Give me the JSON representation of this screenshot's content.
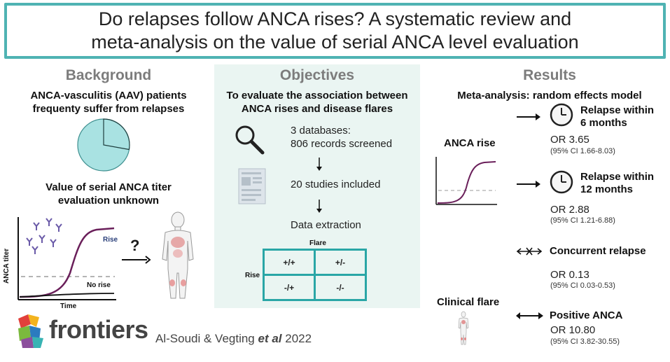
{
  "title": {
    "line1": "Do relapses follow ANCA rises? A systematic review and",
    "line2": "meta-analysis on the value of serial ANCA level evaluation"
  },
  "background": {
    "heading": "Background",
    "text1_line1": "ANCA-vasculitis (AAV) patients",
    "text1_line2": "frequenty suffer from relapses",
    "text2_line1": "Value of serial ANCA titer",
    "text2_line2": "evaluation unknown",
    "graph": {
      "ylabel": "ANCA titer",
      "xlabel": "Time",
      "rise_label": "Rise",
      "norise_label": "No rise",
      "question": "?"
    }
  },
  "objectives": {
    "heading": "Objectives",
    "text_line1": "To evaluate the association between",
    "text_line2": "ANCA rises and disease flares",
    "step1_line1": "3 databases:",
    "step1_line2": "806 records screened",
    "step2": "20 studies included",
    "step3": "Data extraction",
    "table": {
      "col_header": "Flare",
      "row_header": "Rise",
      "cells": [
        [
          "+/+",
          "+/-"
        ],
        [
          "-/+",
          "-/-"
        ]
      ]
    }
  },
  "results": {
    "heading": "Results",
    "subheading": "Meta-analysis: random effects model",
    "anca_rise_label": "ANCA rise",
    "clinical_flare_label": "Clinical flare",
    "items": [
      {
        "label_line1": "Relapse within",
        "label_line2": "6 months",
        "or": "OR 3.65",
        "ci": "(95% CI 1.66-8.03)"
      },
      {
        "label_line1": "Relapse within",
        "label_line2": "12 months",
        "or": "OR 2.88",
        "ci": "(95% CI 1.21-6.88)"
      },
      {
        "label_line1": "Concurrent relapse",
        "label_line2": "",
        "or": "OR 0.13",
        "ci": "(95% CI 0.03-0.53)"
      },
      {
        "label_line1": "Positive ANCA",
        "label_line2": "",
        "or": "OR 10.80",
        "ci": "(95% CI 3.82-30.55)"
      }
    ]
  },
  "footer": {
    "brand": "frontiers",
    "authors": "Al-Soudi & Vegting",
    "etal": "et al",
    "year": "2022"
  },
  "colors": {
    "teal": "#4fb3b3",
    "pie_fill": "#a9e2e2",
    "curve": "#6a1f5a",
    "antibody": "#6a5aa8"
  }
}
